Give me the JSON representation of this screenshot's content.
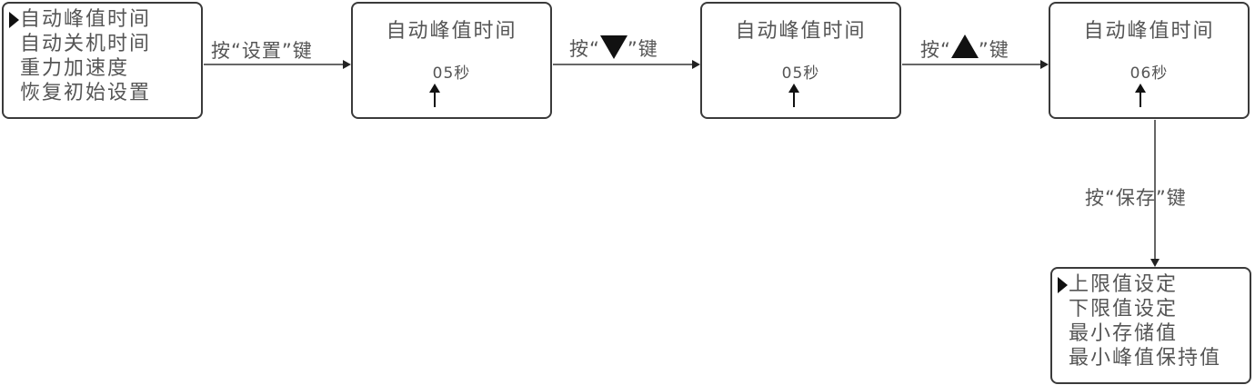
{
  "main_menu": {
    "items": [
      "自动峰值时间",
      "自动关机时间",
      "重力加速度",
      "恢复初始设置"
    ],
    "selected_index": 0
  },
  "steps": [
    {
      "title": "自动峰值时间",
      "value": "05秒"
    },
    {
      "title": "自动峰值时间",
      "value": "05秒"
    },
    {
      "title": "自动峰值时间",
      "value": "06秒"
    }
  ],
  "arrows": {
    "a1": {
      "prefix": "按“",
      "key": "设置",
      "suffix": "”键"
    },
    "a2": {
      "prefix": "按“",
      "key_icon": "down-triangle-icon",
      "suffix": "”键"
    },
    "a3": {
      "prefix": "按“",
      "key_icon": "up-triangle-icon",
      "suffix": "”键"
    },
    "a4": {
      "prefix": "按“",
      "key": "保存",
      "suffix": "”键"
    }
  },
  "sub_menu": {
    "items": [
      "上限值设定",
      "下限值设定",
      "最小存储值",
      "最小峰值保持值"
    ],
    "selected_index": 0
  }
}
